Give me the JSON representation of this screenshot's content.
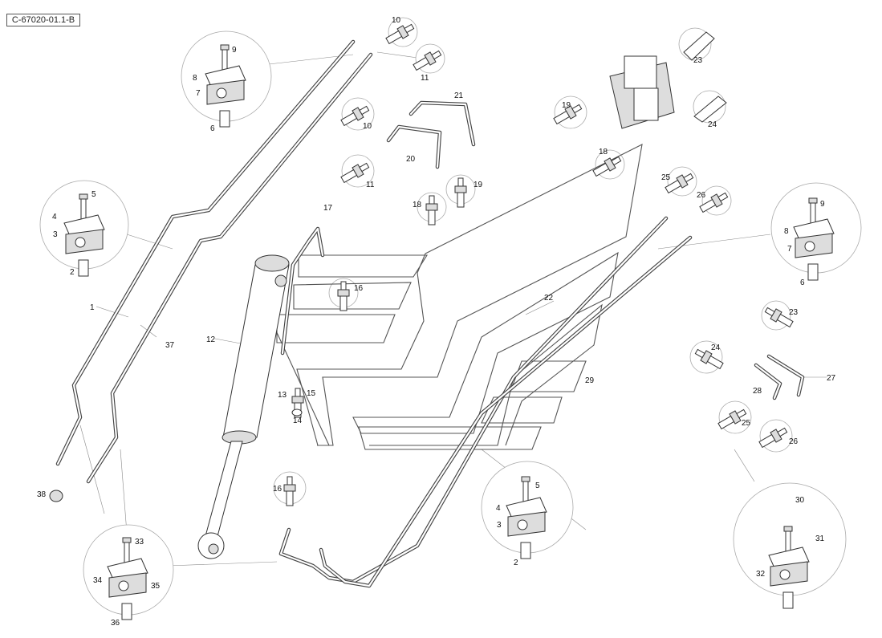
{
  "diagram": {
    "reference": "C-67020-01.1-B",
    "callouts": [
      {
        "id": "c10a",
        "text": "10"
      },
      {
        "id": "c11a",
        "text": "11"
      },
      {
        "id": "c9a",
        "text": "9"
      },
      {
        "id": "c8a",
        "text": "8"
      },
      {
        "id": "c7a",
        "text": "7"
      },
      {
        "id": "c6a",
        "text": "6"
      },
      {
        "id": "c21",
        "text": "21"
      },
      {
        "id": "c10b",
        "text": "10"
      },
      {
        "id": "c20",
        "text": "20"
      },
      {
        "id": "c11b",
        "text": "11"
      },
      {
        "id": "c19a",
        "text": "19"
      },
      {
        "id": "c18a",
        "text": "18"
      },
      {
        "id": "c23a",
        "text": "23"
      },
      {
        "id": "c24a",
        "text": "24"
      },
      {
        "id": "c19b",
        "text": "19"
      },
      {
        "id": "c18b",
        "text": "18"
      },
      {
        "id": "c25a",
        "text": "25"
      },
      {
        "id": "c26a",
        "text": "26"
      },
      {
        "id": "c9b",
        "text": "9"
      },
      {
        "id": "c8b",
        "text": "8"
      },
      {
        "id": "c7b",
        "text": "7"
      },
      {
        "id": "c6b",
        "text": "6"
      },
      {
        "id": "c5a",
        "text": "5"
      },
      {
        "id": "c4a",
        "text": "4"
      },
      {
        "id": "c3a",
        "text": "3"
      },
      {
        "id": "c2a",
        "text": "2"
      },
      {
        "id": "c17",
        "text": "17"
      },
      {
        "id": "c16a",
        "text": "16"
      },
      {
        "id": "c1",
        "text": "1"
      },
      {
        "id": "c37",
        "text": "37"
      },
      {
        "id": "c12",
        "text": "12"
      },
      {
        "id": "c22",
        "text": "22"
      },
      {
        "id": "c13",
        "text": "13"
      },
      {
        "id": "c15",
        "text": "15"
      },
      {
        "id": "c14",
        "text": "14"
      },
      {
        "id": "c29",
        "text": "29"
      },
      {
        "id": "c23b",
        "text": "23"
      },
      {
        "id": "c24b",
        "text": "24"
      },
      {
        "id": "c27",
        "text": "27"
      },
      {
        "id": "c28",
        "text": "28"
      },
      {
        "id": "c25b",
        "text": "25"
      },
      {
        "id": "c26b",
        "text": "26"
      },
      {
        "id": "c38",
        "text": "38"
      },
      {
        "id": "c16b",
        "text": "16"
      },
      {
        "id": "c5b",
        "text": "5"
      },
      {
        "id": "c4b",
        "text": "4"
      },
      {
        "id": "c3b",
        "text": "3"
      },
      {
        "id": "c2b",
        "text": "2"
      },
      {
        "id": "c30",
        "text": "30"
      },
      {
        "id": "c31",
        "text": "31"
      },
      {
        "id": "c32",
        "text": "32"
      },
      {
        "id": "c33",
        "text": "33"
      },
      {
        "id": "c34",
        "text": "34"
      },
      {
        "id": "c35",
        "text": "35"
      },
      {
        "id": "c36",
        "text": "36"
      }
    ]
  }
}
